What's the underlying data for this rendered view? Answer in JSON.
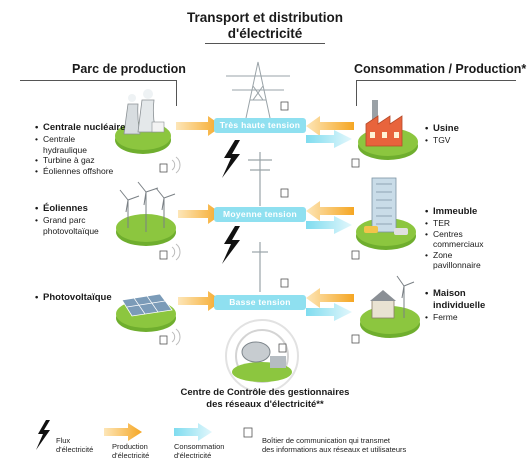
{
  "title": {
    "line1": "Transport et distribution",
    "line2": "d'électricité"
  },
  "left_header": "Parc de production",
  "right_header": "Consommation / Production*",
  "left_blocks": [
    {
      "main": "Centrale nucléaire",
      "items": [
        "Centrale",
        "hydraulique",
        "Turbine à gaz",
        "Éoliennes offshore"
      ]
    },
    {
      "main": "Éoliennes",
      "items": [
        "Grand parc",
        "photovoltaïque"
      ]
    },
    {
      "main": "Photovoltaïque",
      "items": []
    }
  ],
  "right_blocks": [
    {
      "main": "Usine",
      "items": [
        "TGV"
      ]
    },
    {
      "main": "Immeuble",
      "items": [
        "TER",
        "Centres",
        "commerciaux",
        "Zone",
        "pavillonnaire"
      ]
    },
    {
      "main_line1": "Maison",
      "main_line2": "individuelle",
      "items": [
        "Ferme"
      ]
    }
  ],
  "bars": [
    "Très haute tension",
    "Moyenne tension",
    "Basse tension"
  ],
  "control": {
    "line1": "Centre de Contrôle des gestionnaires",
    "line2": "des réseaux d'électricité**"
  },
  "legend": {
    "flux_1": "Flux",
    "flux_2": "d'électricité",
    "prod_1": "Production",
    "prod_2": "d'électricité",
    "cons_1": "Consommation",
    "cons_2": "d'électricité",
    "box_1": "Boîtier de communication qui transmet",
    "box_2": "des informations aux réseaux et utilisateurs"
  },
  "colors": {
    "production": "#f5a623",
    "consumption": "#7fdcef",
    "bar": "#8fe0f0",
    "grass": "#8cc63f",
    "factory": "#e8643c"
  }
}
